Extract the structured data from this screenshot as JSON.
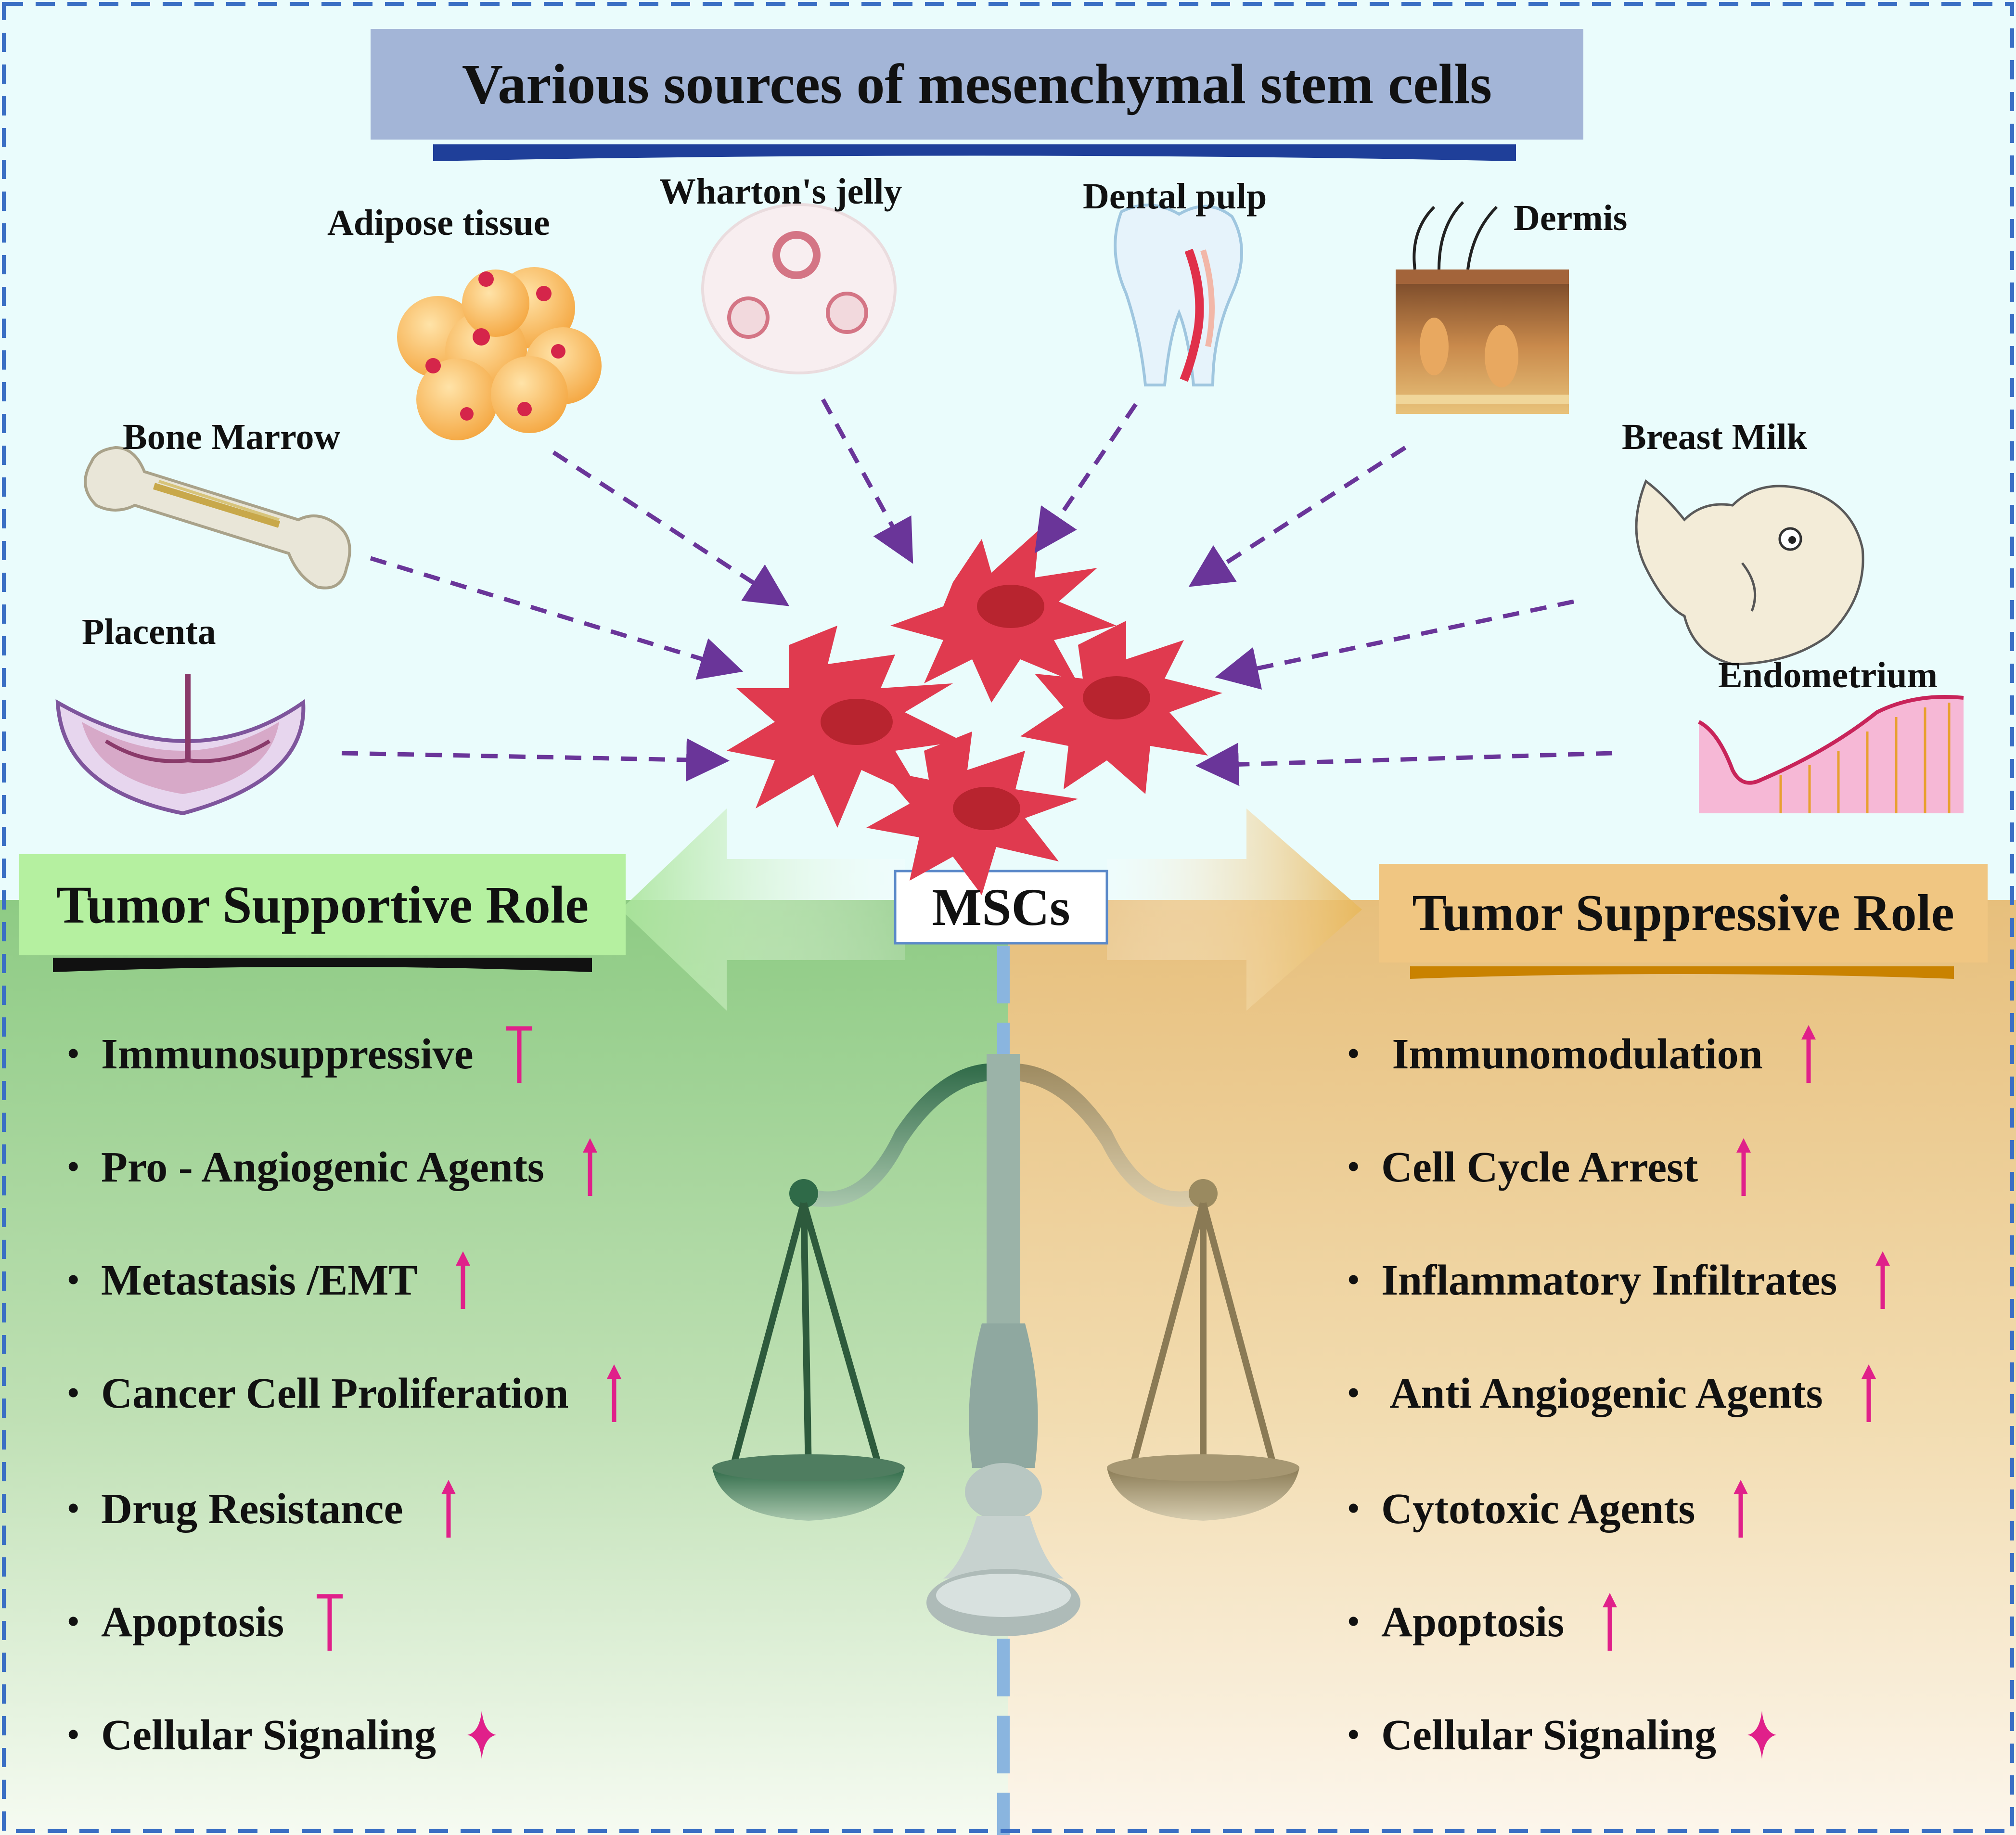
{
  "title": "Various sources of mesenchymal stem cells",
  "center_label": "MSCs",
  "sources": [
    {
      "id": "adipose",
      "label": "Adipose tissue"
    },
    {
      "id": "wharton",
      "label": "Wharton's jelly"
    },
    {
      "id": "dental",
      "label": "Dental pulp"
    },
    {
      "id": "dermis",
      "label": "Dermis"
    },
    {
      "id": "bone-marrow",
      "label": "Bone Marrow"
    },
    {
      "id": "breast-milk",
      "label": "Breast Milk"
    },
    {
      "id": "placenta",
      "label": "Placenta"
    },
    {
      "id": "endometrium",
      "label": "Endometrium"
    }
  ],
  "supportive": {
    "title": "Tumor Supportive Role",
    "items": [
      {
        "label": "Immunosuppressive",
        "indicator": "inhibit"
      },
      {
        "label": "Pro - Angiogenic Agents",
        "indicator": "up"
      },
      {
        "label": "Metastasis /EMT",
        "indicator": "up"
      },
      {
        "label": "Cancer Cell Proliferation",
        "indicator": "up"
      },
      {
        "label": "Drug Resistance",
        "indicator": "up"
      },
      {
        "label": "Apoptosis",
        "indicator": "inhibit"
      },
      {
        "label": "Cellular Signaling",
        "indicator": "star"
      }
    ]
  },
  "suppressive": {
    "title": "Tumor Suppressive Role",
    "items": [
      {
        "label": " Immunomodulation",
        "indicator": "up"
      },
      {
        "label": "Cell Cycle Arrest",
        "indicator": "up"
      },
      {
        "label": "Inflammatory Infiltrates",
        "indicator": "up"
      },
      {
        "label": " Anti Angiogenic Agents",
        "indicator": "up"
      },
      {
        "label": "Cytotoxic Agents",
        "indicator": "up"
      },
      {
        "label": "Apoptosis",
        "indicator": "up"
      },
      {
        "label": "Cellular Signaling",
        "indicator": "star"
      }
    ]
  },
  "colors": {
    "frame": "#3a6fc4",
    "sky": "#eafcfc",
    "title_box": "#a3b5d7",
    "title_bar": "#1f3f99",
    "supportive": "#90cd86",
    "supportive_label": "#b5f0a0",
    "suppressive": "#e9c27f",
    "suppressive_label": "#f0c682",
    "cell": "#e03a4f",
    "nucleus": "#b8242f",
    "arrow": "#6a3599",
    "indicator": "#e0208a"
  },
  "icons": {
    "up": "up-arrow-icon",
    "inhibit": "inhibition-icon",
    "star": "signaling-star-icon"
  }
}
